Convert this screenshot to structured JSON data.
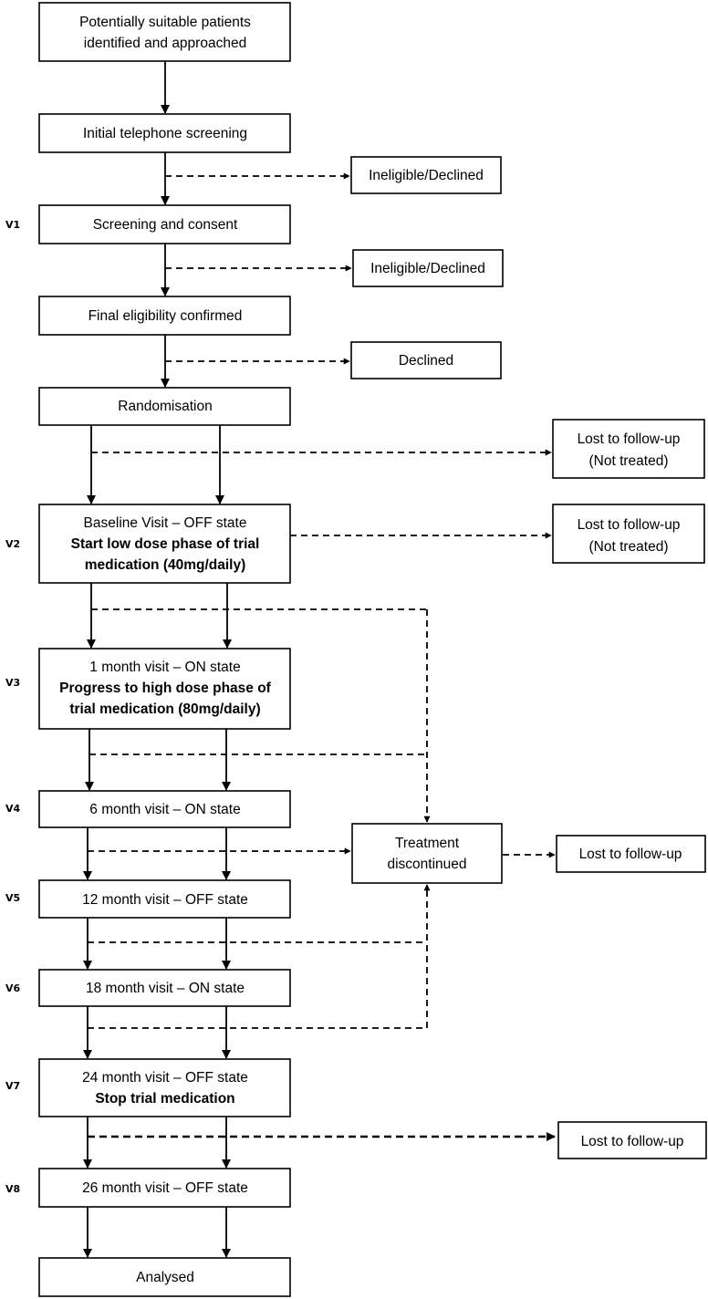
{
  "boxes": {
    "identified": [
      "Potentially suitable patients",
      "identified and approached"
    ],
    "telephone": [
      "Initial telephone screening"
    ],
    "screening": [
      "Screening and consent"
    ],
    "eligibility": [
      "Final eligibility confirmed"
    ],
    "randomisation": [
      "Randomisation"
    ],
    "baseline": [
      "Baseline Visit – OFF state",
      "Start low dose phase of trial",
      "medication (40mg/daily)"
    ],
    "month1": [
      "1 month visit – ON state",
      "Progress to high dose phase of",
      "trial medication (80mg/daily)"
    ],
    "month6": [
      "6 month visit – ON state"
    ],
    "month12": [
      "12 month visit – OFF state"
    ],
    "month18": [
      "18 month visit – ON state"
    ],
    "month24": [
      "24 month visit – OFF state",
      "Stop trial medication"
    ],
    "month26": [
      "26 month visit – OFF state"
    ],
    "analysed": [
      "Analysed"
    ],
    "ineligible1": [
      "Ineligible/Declined"
    ],
    "ineligible2": [
      "Ineligible/Declined"
    ],
    "declined": [
      "Declined"
    ],
    "lost1": [
      "Lost to follow-up",
      "(Not treated)"
    ],
    "lost2": [
      "Lost to follow-up",
      "(Not treated)"
    ],
    "discontinued": [
      "Treatment",
      "discontinued"
    ],
    "lost3": [
      "Lost to follow-up"
    ],
    "lost4": [
      "Lost to follow-up"
    ]
  },
  "visit_labels": {
    "v1": "V1",
    "v2": "V2",
    "v3": "V3",
    "v4": "V4",
    "v5": "V5",
    "v6": "V6",
    "v7": "V7",
    "v8": "V8"
  }
}
